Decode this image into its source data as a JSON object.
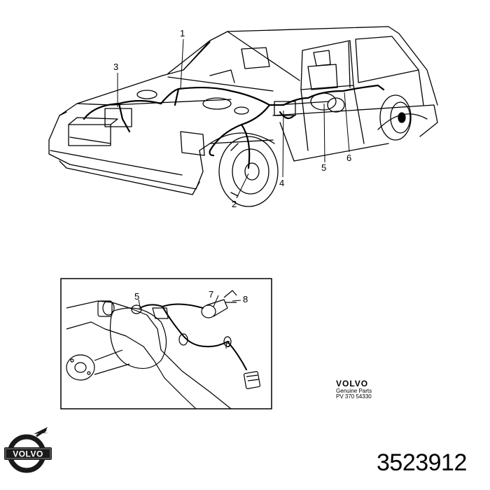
{
  "diagram": {
    "callouts_main": [
      "1",
      "2",
      "3",
      "4",
      "5",
      "6"
    ],
    "callouts_inset": [
      "5",
      "6",
      "7",
      "8"
    ]
  },
  "brand_block": {
    "brand": "VOLVO",
    "line1": "Genuine Parts",
    "line2": "PV 370 54330"
  },
  "logo": {
    "text": "VOLVO",
    "icon": "volvo-iron-mark-icon",
    "color": "#1a1a1a"
  },
  "part_number": "3523912"
}
